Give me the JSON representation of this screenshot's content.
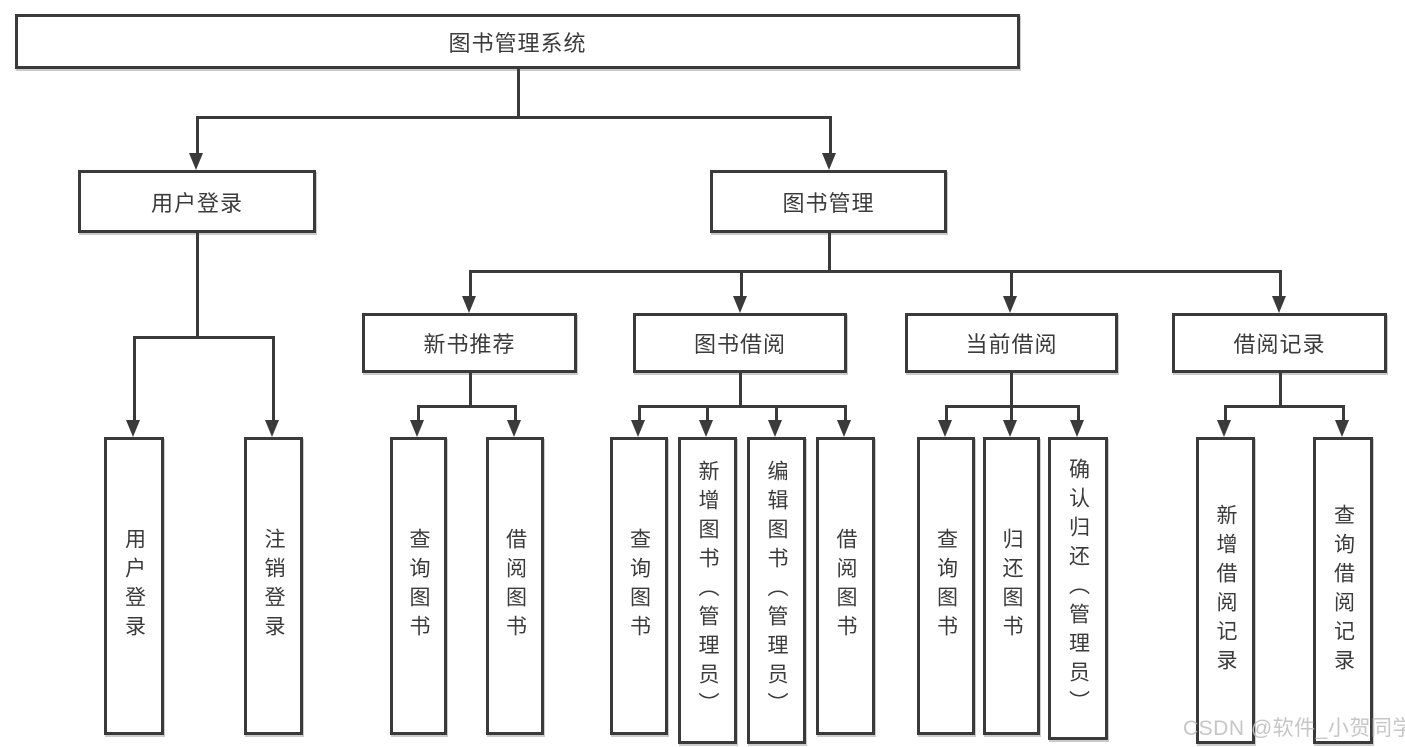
{
  "diagram": {
    "title": "图书管理系统",
    "root": {
      "label": "图书管理系统"
    },
    "level2": [
      {
        "id": "user-login",
        "label": "用户登录"
      },
      {
        "id": "book-management",
        "label": "图书管理"
      }
    ],
    "level3": [
      {
        "id": "new-book-recommend",
        "label": "新书推荐",
        "parent": "book-management"
      },
      {
        "id": "book-borrow",
        "label": "图书借阅",
        "parent": "book-management"
      },
      {
        "id": "current-borrow",
        "label": "当前借阅",
        "parent": "book-management"
      },
      {
        "id": "borrow-record",
        "label": "借阅记录",
        "parent": "book-management"
      }
    ],
    "leaves": {
      "user_login": [
        {
          "label": "用户登录"
        },
        {
          "label": "注销登录"
        }
      ],
      "new_book": [
        {
          "label": "查询图书"
        },
        {
          "label": "借阅图书"
        }
      ],
      "book_borrow": [
        {
          "label": "查询图书"
        },
        {
          "label": "新增图书（管理员）"
        },
        {
          "label": "编辑图书（管理员）"
        },
        {
          "label": "借阅图书"
        }
      ],
      "current_borrow": [
        {
          "label": "查询图书"
        },
        {
          "label": "归还图书"
        },
        {
          "label": "确认归还（管理员）"
        }
      ],
      "borrow_record": [
        {
          "label": "新增借阅记录"
        },
        {
          "label": "查询借阅记录"
        }
      ]
    },
    "colors": {
      "line": "#3a3a3a",
      "box_border": "#3a3a3a",
      "text": "#3b3b3b",
      "background": "#ffffff",
      "watermark": "#c1c1c1"
    }
  },
  "watermark": {
    "text": "CSDN @软件_小贺同学"
  }
}
